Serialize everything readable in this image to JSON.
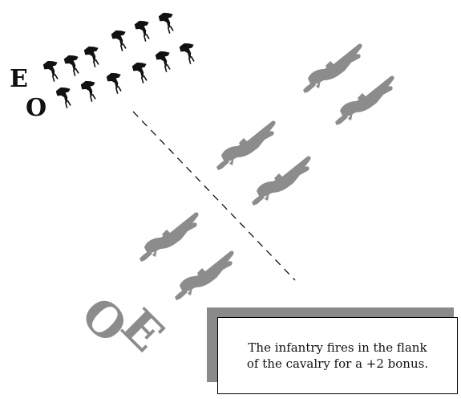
{
  "infantry_unit": {
    "label_top": "E",
    "label_bottom": "O",
    "color": "#111111"
  },
  "cavalry_unit": {
    "label_left": "O",
    "label_right": "E",
    "color": "#8c8c8c"
  },
  "fire_line": {
    "style": "dashed"
  },
  "caption": {
    "text": "The infantry fires in the flank of the cavalry for a +2 bonus."
  }
}
